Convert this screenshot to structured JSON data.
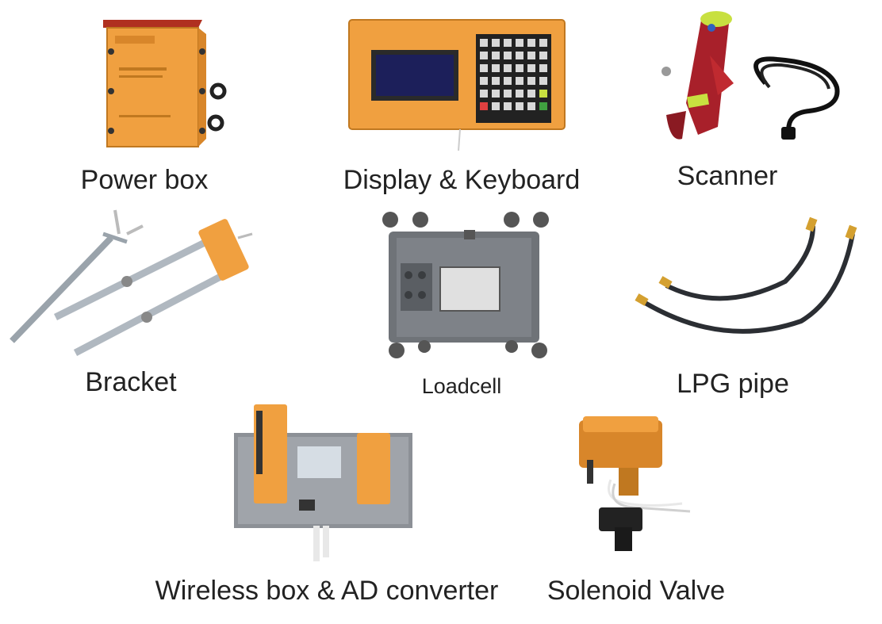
{
  "products": [
    {
      "id": "power-box",
      "label": "Power box"
    },
    {
      "id": "display-keyboard",
      "label": "Display & Keyboard"
    },
    {
      "id": "scanner",
      "label": "Scanner"
    },
    {
      "id": "bracket",
      "label": "Bracket"
    },
    {
      "id": "loadcell",
      "label": "Loadcell"
    },
    {
      "id": "lpg-pipe",
      "label": "LPG pipe"
    },
    {
      "id": "wireless-box",
      "label": "Wireless box & AD converter"
    },
    {
      "id": "solenoid-valve",
      "label": "Solenoid Valve"
    }
  ],
  "colors": {
    "orange": "#f0a040",
    "dark_orange": "#d8862a",
    "screen": "#1c1f5a",
    "steel": "#9aa3ab",
    "cast_gray": "#6f7378",
    "red": "#a8202a",
    "lime": "#c8e040"
  }
}
